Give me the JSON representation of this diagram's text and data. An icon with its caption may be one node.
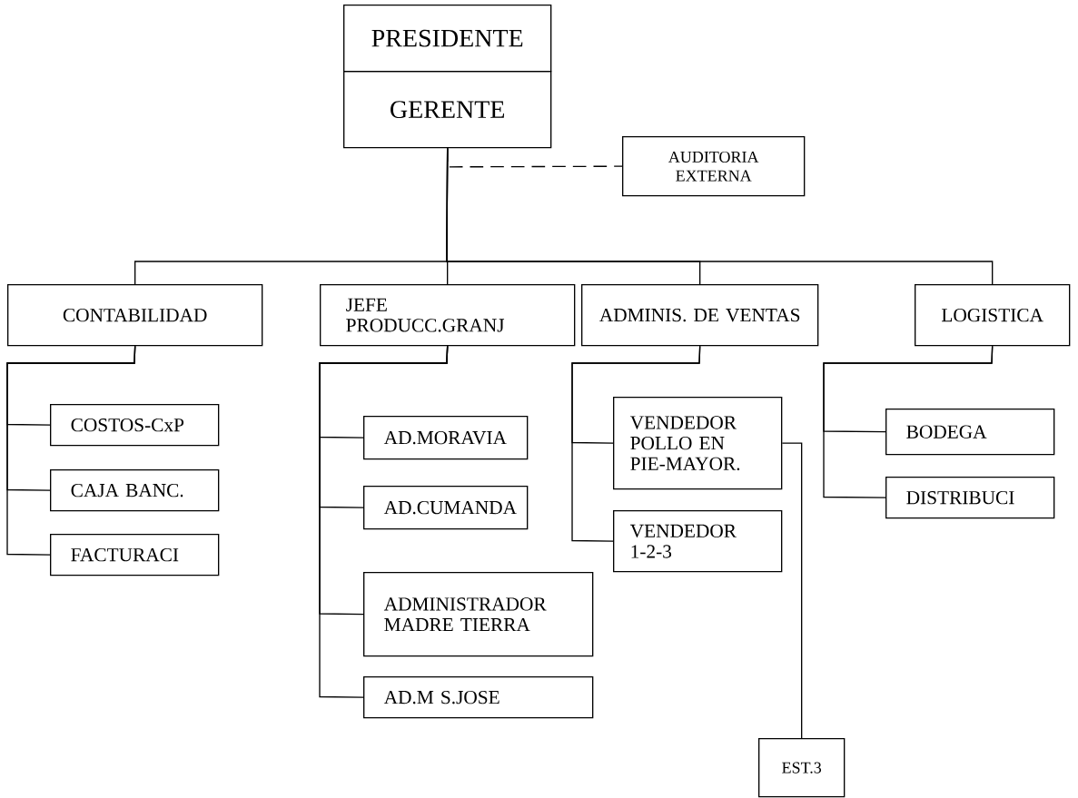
{
  "diagram": {
    "nodes": [
      {
        "text": [
          "PRESIDENTE"
        ]
      },
      {
        "text": [
          "GERENTE"
        ]
      },
      {
        "text": [
          "AUDITORIA EXTERNA"
        ]
      },
      {
        "text": [
          "CONTABILIDAD"
        ]
      },
      {
        "text": [
          "JEFE PRODUCC.GRANJ"
        ]
      },
      {
        "text": [
          "ADMINIS. DE VENTAS"
        ]
      },
      {
        "text": [
          "LOGISTICA"
        ]
      },
      {
        "text": [
          "COSTOS-CxP"
        ]
      },
      {
        "text": [
          "CAJA BANC."
        ]
      },
      {
        "text": [
          "FACTURACI"
        ]
      },
      {
        "text": [
          "AD.MORAVIA"
        ]
      },
      {
        "text": [
          "AD.CUMANDA"
        ]
      },
      {
        "text": [
          "ADMINISTRADOR MADRE TIERRA"
        ]
      },
      {
        "text": [
          "AD.M S.JOSE"
        ]
      },
      {
        "text": [
          "VENDEDOR POLLO EN PIE-MAYOR."
        ]
      },
      {
        "text": [
          "VENDEDOR 1-2-3"
        ]
      },
      {
        "text": [
          "BODEGA"
        ]
      },
      {
        "text": [
          "DISTRIBUCI"
        ]
      },
      {
        "text": [
          "EST.3"
        ]
      }
    ],
    "edges": [
      {
        "from": 1,
        "to": 2,
        "arrow": "none",
        "style": "dashed"
      },
      {
        "from": 1,
        "to": 3,
        "arrow": "none"
      },
      {
        "from": 1,
        "to": 4,
        "arrow": "none"
      },
      {
        "from": 1,
        "to": 5,
        "arrow": "none"
      },
      {
        "from": 1,
        "to": 6,
        "arrow": "none"
      },
      {
        "from": 3,
        "to": 7,
        "arrow": "none"
      },
      {
        "from": 3,
        "to": 8,
        "arrow": "none"
      },
      {
        "from": 3,
        "to": 9,
        "arrow": "none"
      },
      {
        "from": 4,
        "to": 10,
        "arrow": "none"
      },
      {
        "from": 4,
        "to": 11,
        "arrow": "none"
      },
      {
        "from": 4,
        "to": 12,
        "arrow": "none"
      },
      {
        "from": 4,
        "to": 13,
        "arrow": "none"
      },
      {
        "from": 5,
        "to": 14,
        "arrow": "none"
      },
      {
        "from": 5,
        "to": 15,
        "arrow": "none"
      },
      {
        "from": 14,
        "to": 18,
        "arrow": "none"
      },
      {
        "from": 6,
        "to": 16,
        "arrow": "none"
      },
      {
        "from": 6,
        "to": 17,
        "arrow": "none"
      }
    ]
  }
}
